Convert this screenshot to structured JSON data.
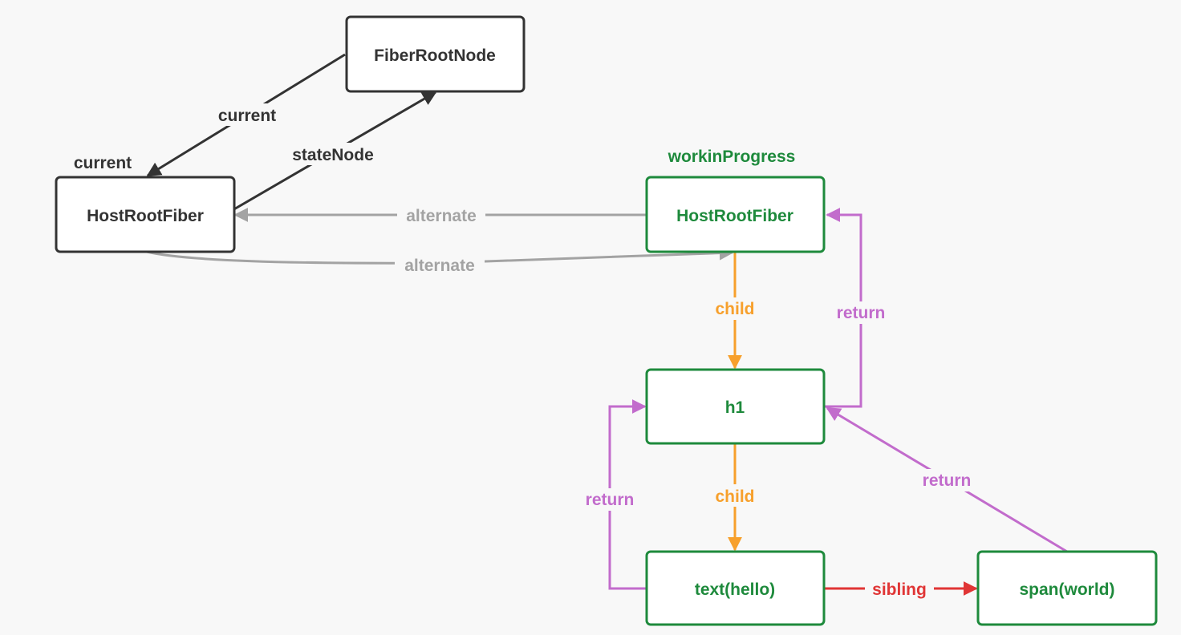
{
  "colors": {
    "background": "#f8f8f8",
    "dark": "#333333",
    "green": "#1e8a3c",
    "gray": "#a3a3a3",
    "orange": "#f7a02c",
    "purple": "#c26ccc",
    "red": "#e03535"
  },
  "nodes": {
    "fiber_root_node": "FiberRootNode",
    "current_host_root_fiber": "HostRootFiber",
    "wip_host_root_fiber": "HostRootFiber",
    "h1": "h1",
    "text_hello": "text(hello)",
    "span_world": "span(world)"
  },
  "titles": {
    "current": "current",
    "work_in_progress": "workinProgress"
  },
  "edges": {
    "current": "current",
    "state_node": "stateNode",
    "alternate_to_current": "alternate",
    "alternate_to_wip": "alternate",
    "child_root_h1": "child",
    "return_h1_root": "return",
    "child_h1_text": "child",
    "return_text_h1": "return",
    "sibling": "sibling",
    "return_span_h1": "return"
  }
}
